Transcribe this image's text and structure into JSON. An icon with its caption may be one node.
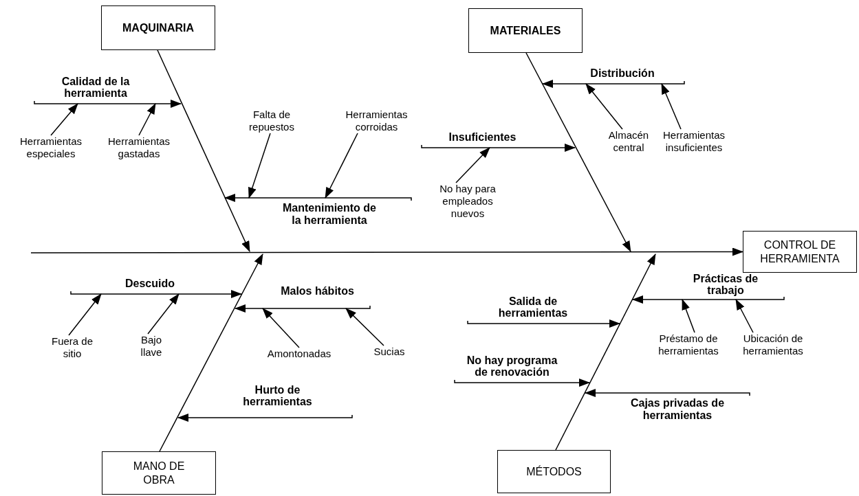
{
  "diagram": {
    "nodes": [
      {
        "text": [
          "MAQUINARIA"
        ]
      },
      {
        "text": [
          "MATERIALES"
        ]
      },
      {
        "text": [
          "Calidad de la herramienta"
        ]
      },
      {
        "text": [
          "Herramientas especiales"
        ]
      },
      {
        "text": [
          "Herramientas gastadas"
        ]
      },
      {
        "text": [
          "Falta de repuestos"
        ]
      },
      {
        "text": [
          "Herramientas corroidas"
        ]
      },
      {
        "text": [
          "Mantenimiento de la herramienta"
        ]
      },
      {
        "text": [
          "Distribución"
        ]
      },
      {
        "text": [
          "Almacén central"
        ]
      },
      {
        "text": [
          "Herramientas insuficientes"
        ]
      },
      {
        "text": [
          "Insuficientes"
        ]
      },
      {
        "text": [
          "No hay para empleados nuevos"
        ]
      },
      {
        "text": [
          "CONTROL DE HERRAMIENTA"
        ]
      },
      {
        "text": [
          "Descuido"
        ]
      },
      {
        "text": [
          "Fuera de sitio"
        ]
      },
      {
        "text": [
          "Bajo llave"
        ]
      },
      {
        "text": [
          "Malos hábitos"
        ]
      },
      {
        "text": [
          "Amontonadas"
        ]
      },
      {
        "text": [
          "Sucias"
        ]
      },
      {
        "text": [
          "Hurto de herramientas"
        ]
      },
      {
        "text": [
          "Prácticas de trabajo"
        ]
      },
      {
        "text": [
          "Préstamo de herramientas"
        ]
      },
      {
        "text": [
          "Ubicación de herramientas"
        ]
      },
      {
        "text": [
          "Salida de herramientas"
        ]
      },
      {
        "text": [
          "No hay programa de renovación"
        ]
      },
      {
        "text": [
          "Cajas privadas de herramientas"
        ]
      },
      {
        "text": [
          "MANO DE OBRA"
        ]
      },
      {
        "text": [
          "MÉTODOS"
        ]
      }
    ],
    "edges": [
      {
        "from": 0,
        "to": null,
        "arrow": "to"
      },
      {
        "from": 1,
        "to": null,
        "arrow": "to"
      },
      {
        "from": 27,
        "to": null,
        "arrow": "to"
      },
      {
        "from": 28,
        "to": null,
        "arrow": "to"
      },
      {
        "from": null,
        "to": 13,
        "arrow": "to"
      },
      {
        "from": 2,
        "to": null,
        "arrow": "to"
      },
      {
        "from": 7,
        "to": null,
        "arrow": "to"
      },
      {
        "from": 8,
        "to": null,
        "arrow": "to"
      },
      {
        "from": 11,
        "to": null,
        "arrow": "to"
      },
      {
        "from": 14,
        "to": null,
        "arrow": "to"
      },
      {
        "from": 17,
        "to": null,
        "arrow": "to"
      },
      {
        "from": 20,
        "to": null,
        "arrow": "to"
      },
      {
        "from": 21,
        "to": null,
        "arrow": "to"
      },
      {
        "from": 24,
        "to": null,
        "arrow": "to"
      },
      {
        "from": 25,
        "to": null,
        "arrow": "to"
      },
      {
        "from": 26,
        "to": null,
        "arrow": "to"
      },
      {
        "from": 3,
        "to": 2,
        "arrow": "to"
      },
      {
        "from": 4,
        "to": 2,
        "arrow": "to"
      },
      {
        "from": 5,
        "to": 7,
        "arrow": "to"
      },
      {
        "from": 6,
        "to": 7,
        "arrow": "to"
      },
      {
        "from": 9,
        "to": 8,
        "arrow": "to"
      },
      {
        "from": 10,
        "to": 8,
        "arrow": "to"
      },
      {
        "from": 12,
        "to": 11,
        "arrow": "to"
      },
      {
        "from": 15,
        "to": 14,
        "arrow": "to"
      },
      {
        "from": 16,
        "to": 14,
        "arrow": "to"
      },
      {
        "from": 18,
        "to": 17,
        "arrow": "to"
      },
      {
        "from": 19,
        "to": 17,
        "arrow": "to"
      },
      {
        "from": 22,
        "to": 21,
        "arrow": "to"
      },
      {
        "from": 23,
        "to": 21,
        "arrow": "to"
      }
    ]
  }
}
